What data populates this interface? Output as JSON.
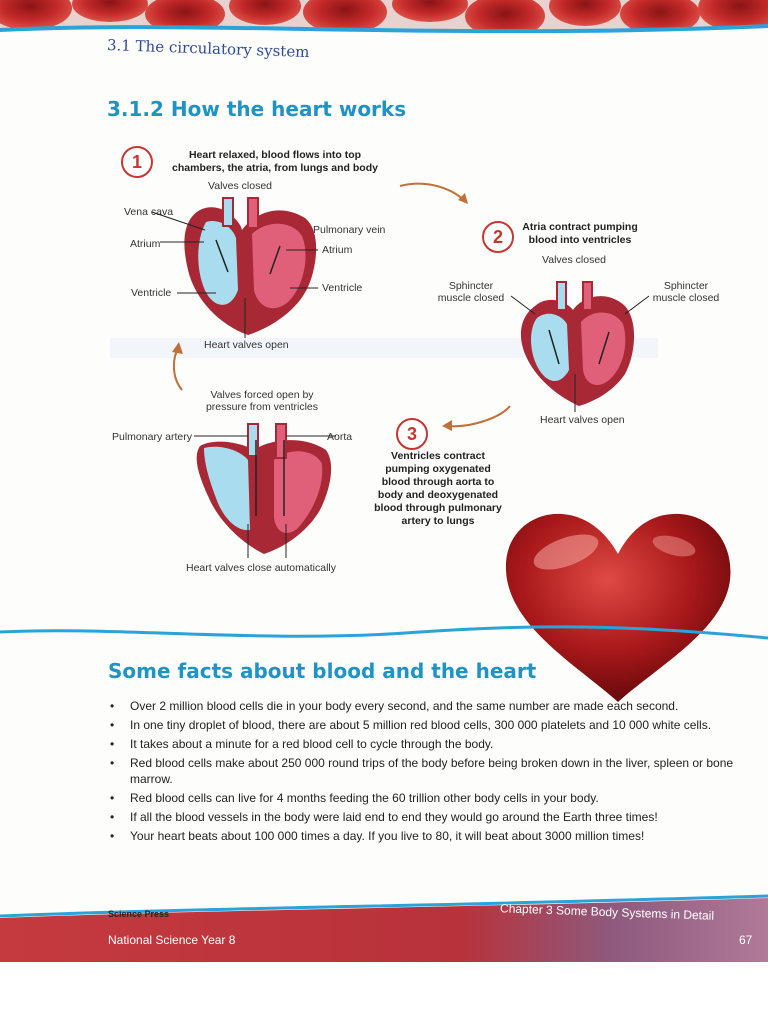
{
  "header": {
    "section_label": "3.1 The circulatory system",
    "title": "3.1.2 How the heart works"
  },
  "diagram": {
    "step1": {
      "number": "1",
      "caption_line1": "Heart relaxed, blood flows into top",
      "caption_line2": "chambers, the atria, from lungs and body",
      "labels": {
        "valves_closed": "Valves closed",
        "vena_cava": "Vena cava",
        "atrium_left": "Atrium",
        "ventricle_left": "Ventricle",
        "pulmonary_vein": "Pulmonary vein",
        "atrium_right": "Atrium",
        "ventricle_right": "Ventricle",
        "heart_valves_open": "Heart valves open"
      }
    },
    "step2": {
      "number": "2",
      "caption_line1": "Atria contract pumping",
      "caption_line2": "blood into ventricles",
      "labels": {
        "valves_closed": "Valves closed",
        "sphincter_left_1": "Sphincter",
        "sphincter_left_2": "muscle closed",
        "sphincter_right_1": "Sphincter",
        "sphincter_right_2": "muscle closed",
        "heart_valves_open": "Heart valves open"
      }
    },
    "step3": {
      "number": "3",
      "caption_lines": [
        "Ventricles contract",
        "pumping oxygenated",
        "blood through aorta to",
        "body and deoxygenated",
        "blood through pulmonary",
        "artery to lungs"
      ],
      "labels": {
        "valves_forced_1": "Valves forced open by",
        "valves_forced_2": "pressure from ventricles",
        "pulmonary_artery": "Pulmonary artery",
        "aorta": "Aorta",
        "heart_valves_close": "Heart valves close automatically"
      }
    }
  },
  "facts": {
    "title": "Some facts about blood and the heart",
    "items": [
      "Over 2 million blood cells die in your body every second, and the same number are made each second.",
      "In one tiny droplet of blood, there are about 5 million red blood cells, 300 000 platelets and 10 000 white cells.",
      "It takes about a minute for a red blood cell to cycle through the body.",
      "Red blood cells make about 250 000 round trips of the body before being broken down in the liver, spleen or bone marrow.",
      "Red blood cells can live for 4 months feeding the 60 trillion other body cells in your body.",
      "If all the blood vessels in the body were laid end to end they would go around the Earth three times!",
      "Your heart beats about 100 000 times a day. If you live to 80, it will beat about 3000 million times!"
    ]
  },
  "footer": {
    "publisher": "Science Press",
    "series": "National Science Year 8",
    "chapter": "Chapter 3 Some Body Systems in Detail",
    "page_number": "67"
  },
  "colors": {
    "heading_blue": "#1f93c4",
    "section_blue": "#2f4a9a",
    "heart_red": "#a82935",
    "oxygenated_pink": "#e0607a",
    "deoxygenated_blue": "#a9dcef",
    "arrow_orange": "#c0703a",
    "footer_red": "#c43a3e"
  }
}
